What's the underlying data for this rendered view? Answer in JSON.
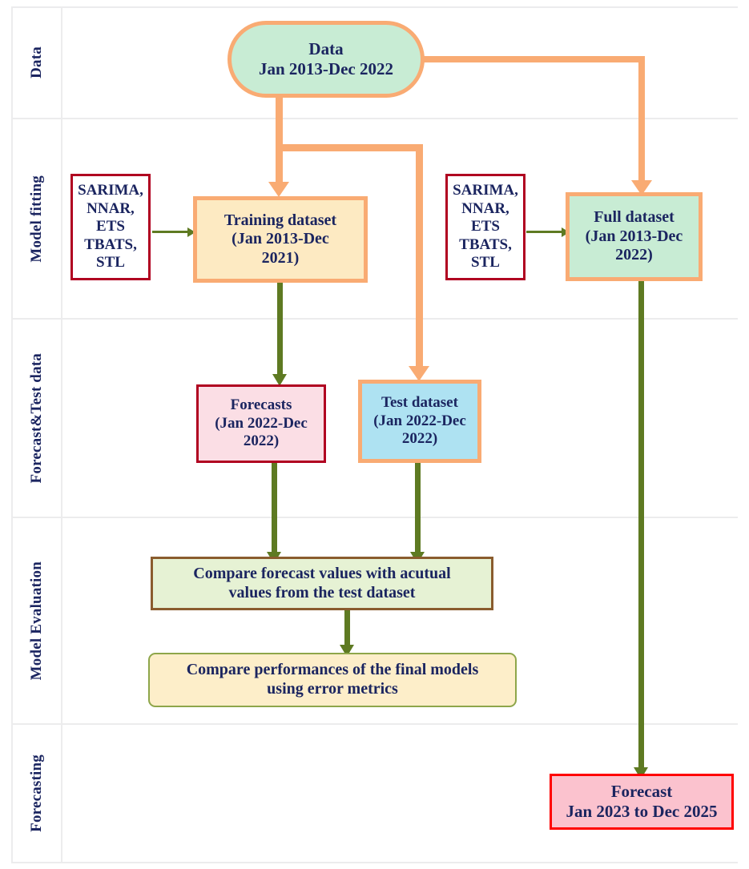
{
  "figure": {
    "title": "Time series forecasting methodology flowchart",
    "background": "#ffffff"
  },
  "colors": {
    "text_navy": "#1b2560",
    "orange_border": "#f9ab73",
    "green_arrow": "#5e7a22",
    "dark_red_border": "#b00020",
    "bright_red_border": "#ff0000",
    "brown_border": "#8a5c2e",
    "olive_border": "#8ea64a",
    "grid_line": "#ececed",
    "mint_fill": "#c8ecd4",
    "cream_fill": "#fdeac2",
    "pink_fill": "#fbdee5",
    "blue_fill": "#aee2f2",
    "lightgreen_fill": "#e6f2d4",
    "lightyellow_fill": "#fdeec9",
    "pink_strong_fill": "#fbc2ce",
    "white_fill": "#ffffff"
  },
  "stages": [
    {
      "id": "data",
      "label": "Data"
    },
    {
      "id": "model-fit",
      "label": "Model fitting"
    },
    {
      "id": "forecast-test",
      "label": "Forecast&Test data"
    },
    {
      "id": "model-eval",
      "label": "Model Evaluation"
    },
    {
      "id": "forecasting",
      "label": "Forecasting"
    }
  ],
  "nodes": {
    "data": {
      "line1": "Data",
      "line2": "Jan 2013-Dec 2022"
    },
    "models_left": {
      "line1": "SARIMA,",
      "line2": "NNAR,",
      "line3": "ETS",
      "line4": "TBATS,",
      "line5": "STL"
    },
    "models_right": {
      "line1": "SARIMA,",
      "line2": "NNAR,",
      "line3": "ETS",
      "line4": "TBATS,",
      "line5": "STL"
    },
    "training": {
      "line1": "Training dataset",
      "line2": "(Jan 2013-Dec",
      "line3": "2021)"
    },
    "full": {
      "line1": "Full dataset",
      "line2": "(Jan 2013-Dec",
      "line3": "2022)"
    },
    "forecasts": {
      "line1": "Forecasts",
      "line2": "(Jan 2022-Dec",
      "line3": "2022)"
    },
    "test": {
      "line1": "Test dataset",
      "line2": "(Jan 2022-Dec",
      "line3": "2022)"
    },
    "compare_values": {
      "line1": "Compare forecast values with acutual",
      "line2": "values from the test dataset"
    },
    "compare_performance": {
      "line1": "Compare performances of the final models",
      "line2": "using error metrics"
    },
    "final_forecast": {
      "line1": "Forecast",
      "line2": "Jan 2023 to Dec 2025"
    }
  },
  "connectors": [
    {
      "id": "data-to-split",
      "color": "#f9ab73",
      "from": "data",
      "to": "split-junction"
    },
    {
      "id": "split-to-training",
      "color": "#f9ab73",
      "from": "split",
      "to": "training"
    },
    {
      "id": "split-to-test",
      "color": "#f9ab73",
      "from": "split",
      "to": "test"
    },
    {
      "id": "data-to-full",
      "color": "#f9ab73",
      "from": "data",
      "to": "full"
    },
    {
      "id": "models-to-training",
      "color": "#5e7a22",
      "from": "models_left",
      "to": "training"
    },
    {
      "id": "models-to-full",
      "color": "#5e7a22",
      "from": "models_right",
      "to": "full"
    },
    {
      "id": "training-to-forecasts",
      "color": "#5e7a22",
      "from": "training",
      "to": "forecasts"
    },
    {
      "id": "forecasts-to-compare",
      "color": "#5e7a22",
      "from": "forecasts",
      "to": "compare_values"
    },
    {
      "id": "test-to-compare",
      "color": "#5e7a22",
      "from": "test",
      "to": "compare_values"
    },
    {
      "id": "compare-to-performance",
      "color": "#5e7a22",
      "from": "compare_values",
      "to": "compare_performance"
    },
    {
      "id": "full-to-final",
      "color": "#5e7a22",
      "from": "full",
      "to": "final_forecast"
    }
  ]
}
